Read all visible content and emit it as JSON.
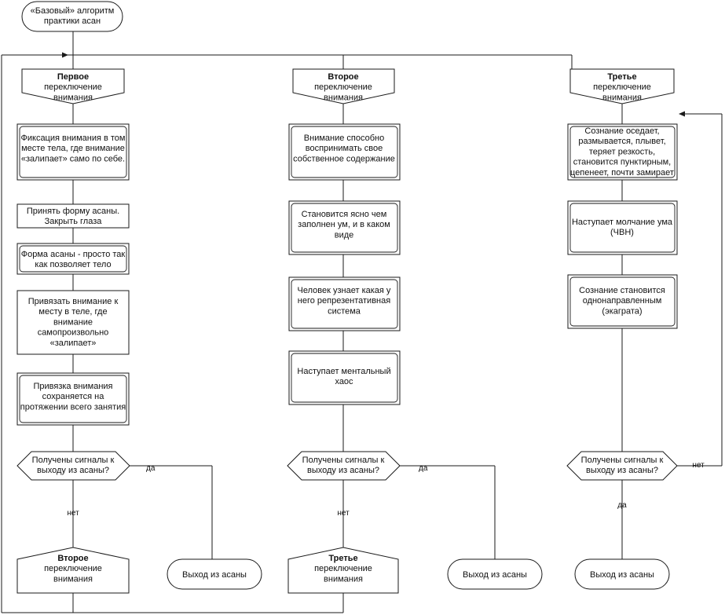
{
  "start": {
    "lines": [
      "«Базовый» алгоритм",
      "практики асан"
    ]
  },
  "switches": {
    "first": {
      "title": "Первое",
      "lines": [
        "переключение",
        "внимания"
      ]
    },
    "second": {
      "title": "Второе",
      "lines": [
        "переключение",
        "внимания"
      ]
    },
    "third": {
      "title": "Третье",
      "lines": [
        "переключение",
        "внимания"
      ]
    },
    "second_bottom": {
      "title": "Второе",
      "lines": [
        "переключение",
        "внимания"
      ]
    },
    "third_bottom": {
      "title": "Третье",
      "lines": [
        "переключение",
        "внимания"
      ]
    }
  },
  "col1": {
    "step1": [
      "Фиксация внимания в том",
      "месте тела, где внимание",
      "«залипает» само по себе."
    ],
    "step2": [
      "Принять форму асаны.",
      "Закрыть глаза"
    ],
    "step3": [
      "Форма асаны - просто так",
      "как позволяет тело"
    ],
    "step4": [
      "Привязать внимание к",
      "месту в теле, где",
      "внимание",
      "самопроизвольно",
      "«залипает»"
    ],
    "step5": [
      "Привязка внимания",
      "сохраняется на",
      "протяжении всего занятия"
    ]
  },
  "col2": {
    "step1": [
      "Внимание способно",
      "воспринимать свое",
      "собственное содержание"
    ],
    "step2": [
      "Становится ясно чем",
      "заполнен ум, и в каком",
      "виде"
    ],
    "step3": [
      "Человек узнает какая у",
      "него репрезентативная",
      "система"
    ],
    "step4": [
      "Наступает ментальный",
      "хаос"
    ]
  },
  "col3": {
    "step1": [
      "Сознание оседает,",
      "размывается, плывет,",
      "теряет резкость,",
      "становится пунктирным,",
      "цепенеет, почти замирает"
    ],
    "step2": [
      "Наступает молчание ума",
      "(ЧВН)"
    ],
    "step3": [
      "Сознание становится",
      "однонаправленным",
      "(экаграта)"
    ]
  },
  "decision": {
    "lines": [
      "Получены сигналы к",
      "выходу из асаны?"
    ]
  },
  "labels": {
    "yes": "да",
    "no": "нет"
  },
  "exit": {
    "label": "Выход из асаны"
  }
}
